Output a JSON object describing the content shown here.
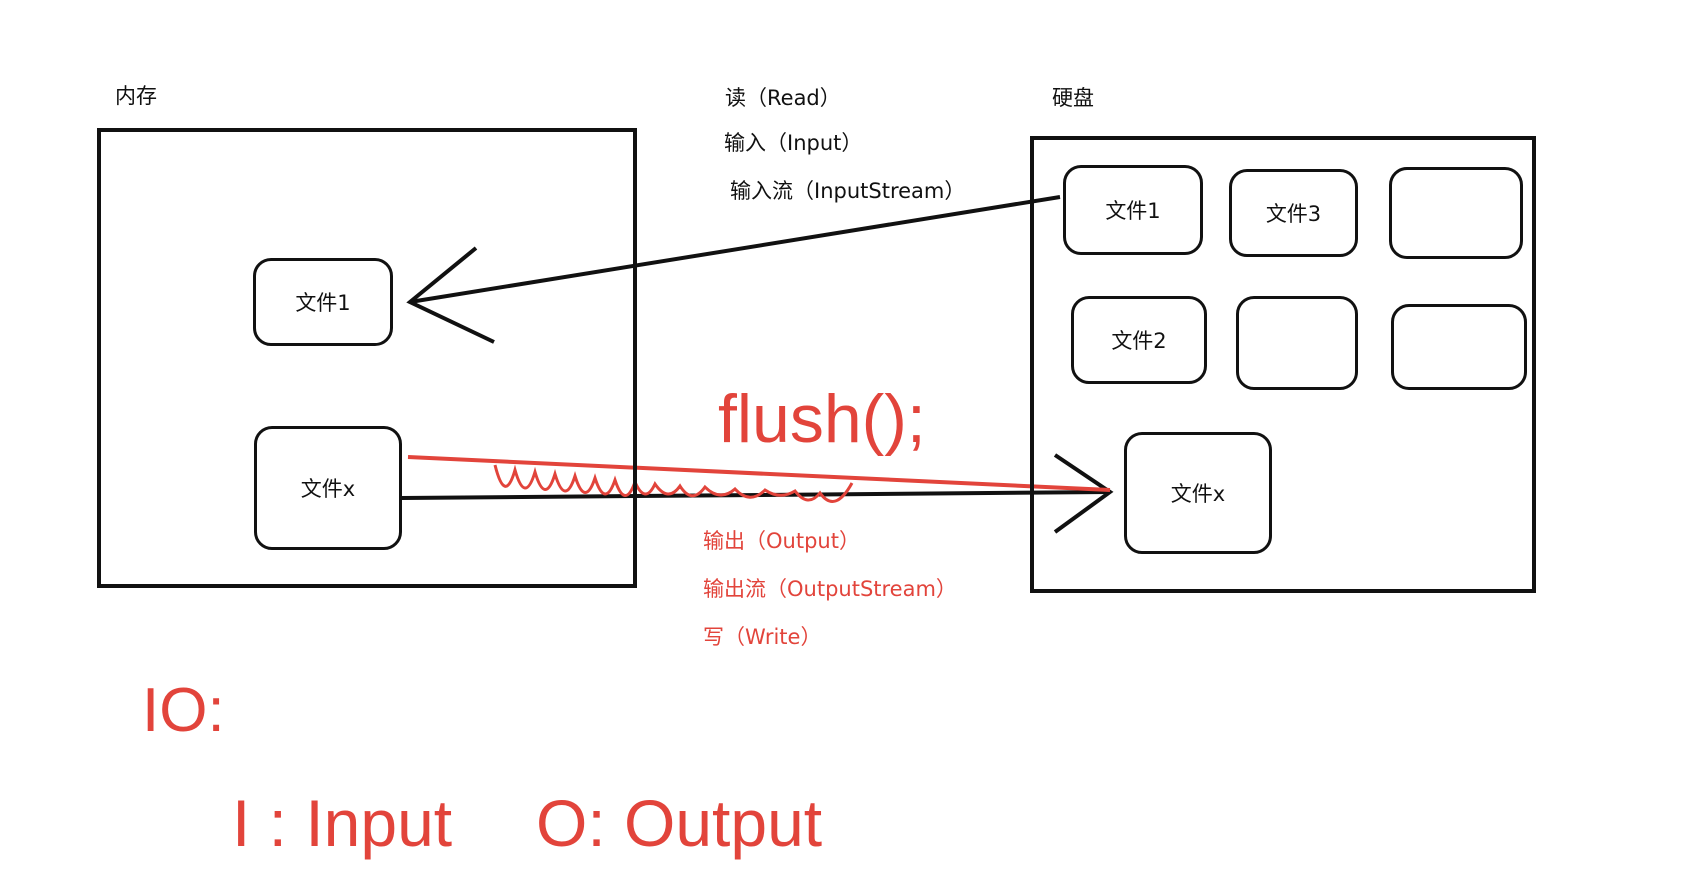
{
  "memory": {
    "title": "内存",
    "files": [
      "文件1",
      "文件x"
    ]
  },
  "disk": {
    "title": "硬盘",
    "files": [
      "文件1",
      "文件3",
      "",
      "文件2",
      "",
      "",
      "文件x"
    ]
  },
  "read_labels": [
    "读（Read）",
    "输入（Input）",
    "输入流（InputStream）"
  ],
  "write_labels": [
    "输出（Output）",
    "输出流（OutputStream）",
    "写（Write）"
  ],
  "flush_label": "flush();",
  "io_heading": "IO:",
  "io_input": "I : Input",
  "io_output": "O: Output",
  "colors": {
    "ink": "#111111",
    "accent_red": "#e2443b"
  }
}
